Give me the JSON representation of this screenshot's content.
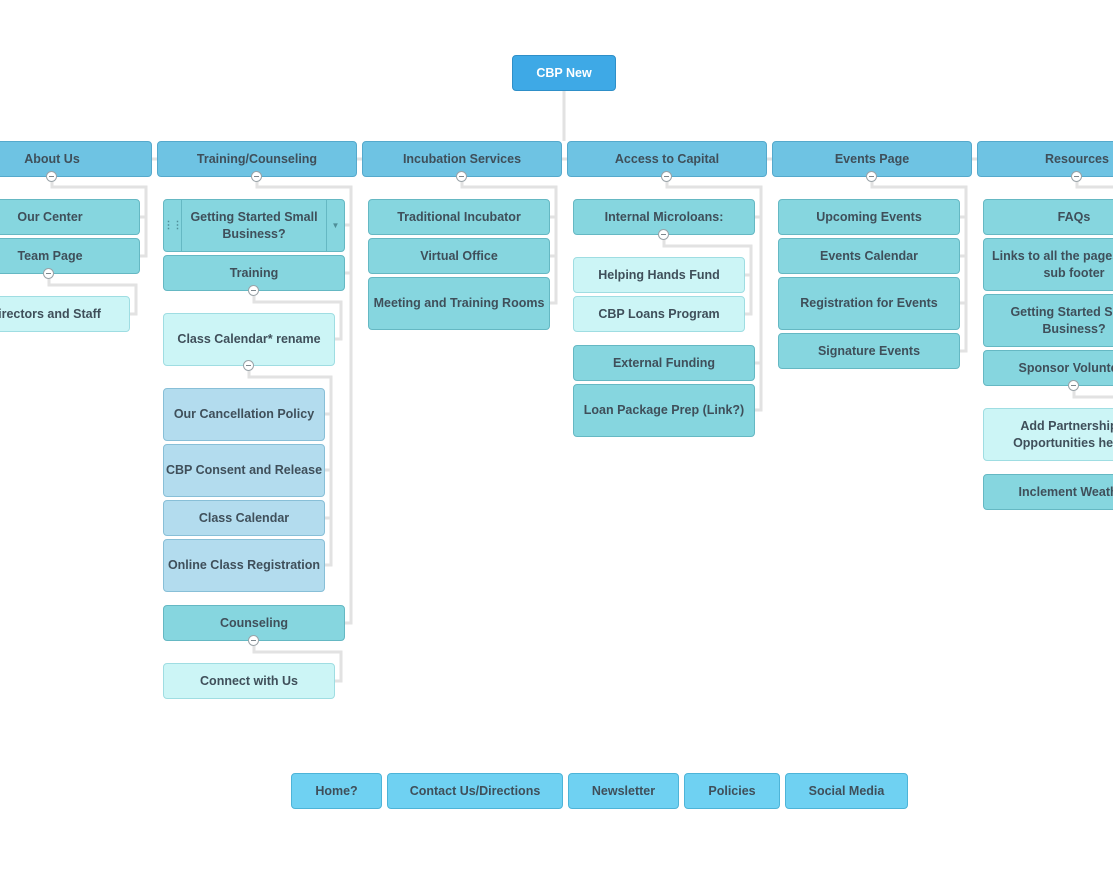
{
  "root": "CBP New",
  "categories": [
    {
      "label": "About Us",
      "children": [
        {
          "label": "Our Center"
        },
        {
          "label": "Team Page",
          "children": [
            {
              "label": "Directors and Staff"
            }
          ]
        }
      ]
    },
    {
      "label": "Training/Counseling",
      "children": [
        {
          "label": "Getting Started Small Business?"
        },
        {
          "label": "Training",
          "children": [
            {
              "label": "Class Calendar* rename",
              "children": [
                {
                  "label": "Our Cancellation Policy"
                },
                {
                  "label": "CBP Consent and Release"
                },
                {
                  "label": "Class Calendar"
                },
                {
                  "label": "Online Class Registration"
                }
              ]
            }
          ]
        },
        {
          "label": "Counseling",
          "children": [
            {
              "label": "Connect with Us"
            }
          ]
        }
      ]
    },
    {
      "label": "Incubation Services",
      "children": [
        {
          "label": "Traditional Incubator"
        },
        {
          "label": "Virtual Office"
        },
        {
          "label": "Meeting and Training Rooms"
        }
      ]
    },
    {
      "label": "Access to Capital",
      "children": [
        {
          "label": "Internal Microloans:",
          "children": [
            {
              "label": "Helping Hands Fund"
            },
            {
              "label": "CBP Loans Program"
            }
          ]
        },
        {
          "label": "External Funding"
        },
        {
          "label": "Loan Package Prep (Link?)"
        }
      ]
    },
    {
      "label": "Events Page",
      "children": [
        {
          "label": "Upcoming Events"
        },
        {
          "label": "Events Calendar"
        },
        {
          "label": "Registration for Events"
        },
        {
          "label": "Signature Events"
        }
      ]
    },
    {
      "label": "Resources",
      "children": [
        {
          "label": "FAQs"
        },
        {
          "label": "Links to all the pages in the sub footer"
        },
        {
          "label": "Getting Started Small Business?"
        },
        {
          "label": "Sponsor Volunteer",
          "children": [
            {
              "label": "Add Partnership Opportunities here"
            }
          ]
        },
        {
          "label": "Inclement Weather"
        }
      ]
    }
  ],
  "utility": [
    "Home?",
    "Contact Us/Directions",
    "Newsletter",
    "Policies",
    "Social Media"
  ],
  "colors": {
    "root": "#3ea9e6",
    "category": "#6ec3e3",
    "page": "#86d6df",
    "light_page": "#ccf5f6",
    "blue_page": "#b3dcee",
    "utility": "#6fd1f2",
    "connector": "#e2e2e2"
  },
  "icons": {
    "toggle": "collapse-minus-icon",
    "grip": "drag-handle-icon",
    "dropdown": "chevron-down-icon"
  }
}
